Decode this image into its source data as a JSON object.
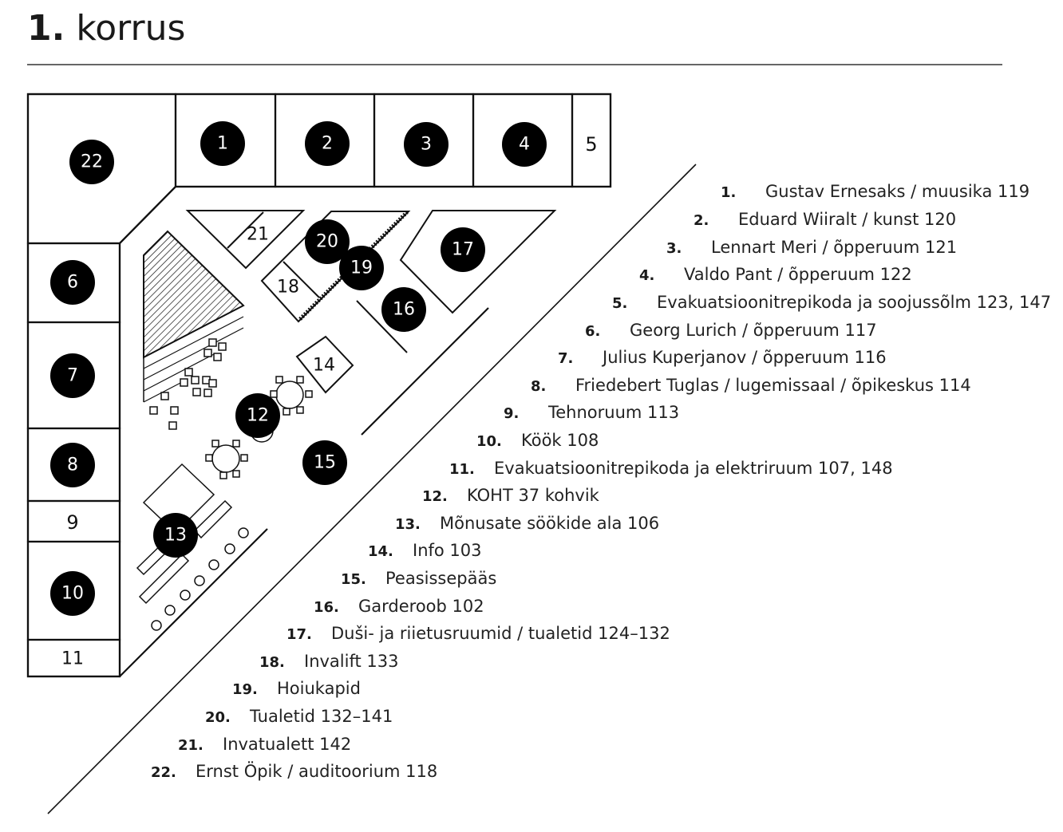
{
  "floor": {
    "number": "1.",
    "word": "korrus"
  },
  "markers": {
    "m1": "1",
    "m2": "2",
    "m3": "3",
    "m4": "4",
    "m5": "5",
    "m6": "6",
    "m7": "7",
    "m8": "8",
    "m9": "9",
    "m10": "10",
    "m11": "11",
    "m12": "12",
    "m13": "13",
    "m14": "14",
    "m15": "15",
    "m16": "16",
    "m17": "17",
    "m18": "18",
    "m19": "19",
    "m20": "20",
    "m21": "21",
    "m22": "22"
  },
  "legend": [
    {
      "num": "1.",
      "text": "Gustav Ernesaks / muusika 119"
    },
    {
      "num": "2.",
      "text": "Eduard Wiiralt / kunst 120"
    },
    {
      "num": "3.",
      "text": "Lennart Meri / õpperuum 121"
    },
    {
      "num": "4.",
      "text": "Valdo Pant / õpperuum 122"
    },
    {
      "num": "5.",
      "text": "Evakuatsioonitrepikoda ja soojussõlm 123, 147"
    },
    {
      "num": "6.",
      "text": "Georg Lurich / õpperuum 117"
    },
    {
      "num": "7.",
      "text": "Julius Kuperjanov / õpperuum 116"
    },
    {
      "num": "8.",
      "text": "Friedebert Tuglas / lugemissaal / õpikeskus 114"
    },
    {
      "num": "9.",
      "text": "Tehnoruum 113"
    },
    {
      "num": "10.",
      "text": "Köök 108"
    },
    {
      "num": "11.",
      "text": "Evakuatsioonitrepikoda ja elektriruum 107, 148"
    },
    {
      "num": "12.",
      "text": "KOHT 37 kohvik"
    },
    {
      "num": "13.",
      "text": "Mõnusate söökide ala 106"
    },
    {
      "num": "14.",
      "text": "Info 103"
    },
    {
      "num": "15.",
      "text": "Peasissepääs"
    },
    {
      "num": "16.",
      "text": "Garderoob 102"
    },
    {
      "num": "17.",
      "text": "Duši- ja riietusruumid / tualetid 124–132"
    },
    {
      "num": "18.",
      "text": "Invalift 133"
    },
    {
      "num": "19.",
      "text": "Hoiukapid"
    },
    {
      "num": "20.",
      "text": "Tualetid 132–141"
    },
    {
      "num": "21.",
      "text": "Invatualett 142"
    },
    {
      "num": "22.",
      "text": "Ernst Öpik / auditoorium 118"
    }
  ]
}
